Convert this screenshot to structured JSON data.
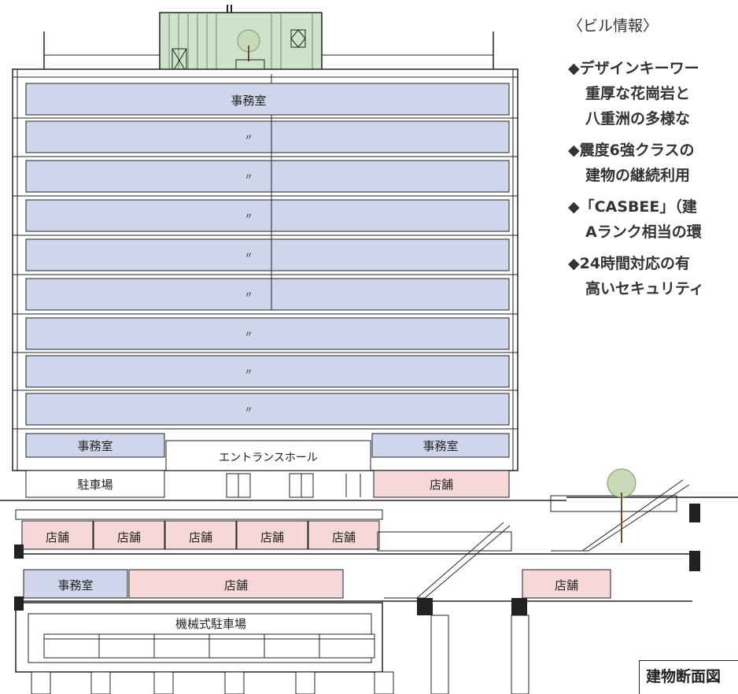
{
  "building": {
    "office_label": "事務室",
    "ditto_mark": "〃",
    "entrance_label": "エントランスホール",
    "parking_label": "駐車場",
    "shop_label": "店舗",
    "mech_parking_label": "機械式駐車場"
  },
  "info": {
    "heading": "〈ビル情報〉",
    "items": [
      {
        "l1": "◆デザインキーワー",
        "l2": "重厚な花崗岩と",
        "l3": "八重洲の多様な"
      },
      {
        "l1": "◆震度6強クラスの",
        "l2": "建物の継続利用"
      },
      {
        "l1": "◆「CASBEE」（建",
        "l2": "Aランク相当の環"
      },
      {
        "l1": "◆24時間対応の有",
        "l2": "高いセキュリティ"
      }
    ]
  },
  "caption": "建物断面図",
  "colors": {
    "office": "#cfd6ec",
    "shop": "#f6d8d8",
    "roof_green": "#cfe2cb",
    "line": "#222222"
  }
}
